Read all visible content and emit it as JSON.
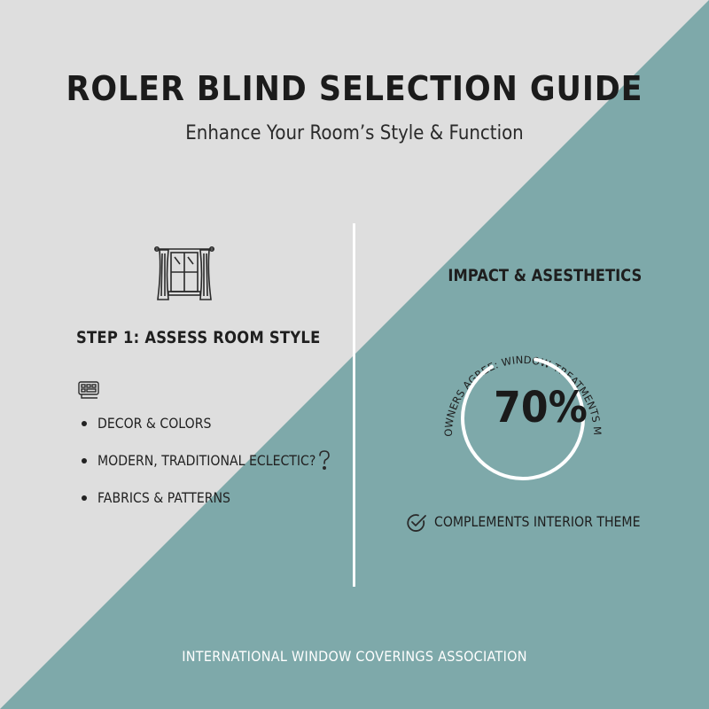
{
  "header": {
    "title": "ROLER BLIND SELECTION GUIDE",
    "subtitle": "Enhance Your Room’s Style & Function"
  },
  "colors": {
    "background_light": "#dedede",
    "background_teal": "#7ea9aa",
    "text_dark": "#1e1e1e",
    "accent_white": "#ffffff"
  },
  "left_panel": {
    "icon": "window-curtain-icon",
    "step_title": "STEP 1: ASSESS ROOM STYLE",
    "sub_icon": "palette-icon",
    "bullets": [
      "DECOR & COLORS",
      "MODERN, TRADITIONAL ECLECTIC?",
      "FABRICS & PATTERNS"
    ],
    "bullet_icon": "question-icon"
  },
  "right_panel": {
    "title": "IMPACT & ASESTHETICS",
    "stat_caption": "HOMEOWNERS AGREE: WINDOW TREATMENTS MATTER",
    "stat_value": "70%",
    "stat_percent": 70,
    "check_icon": "check-badge-icon",
    "check_label": "COMPLEMENTS INTERIOR THEME"
  },
  "footer": {
    "text": "INTERNATIONAL WINDOW COVERINGS ASSOCIATION"
  }
}
